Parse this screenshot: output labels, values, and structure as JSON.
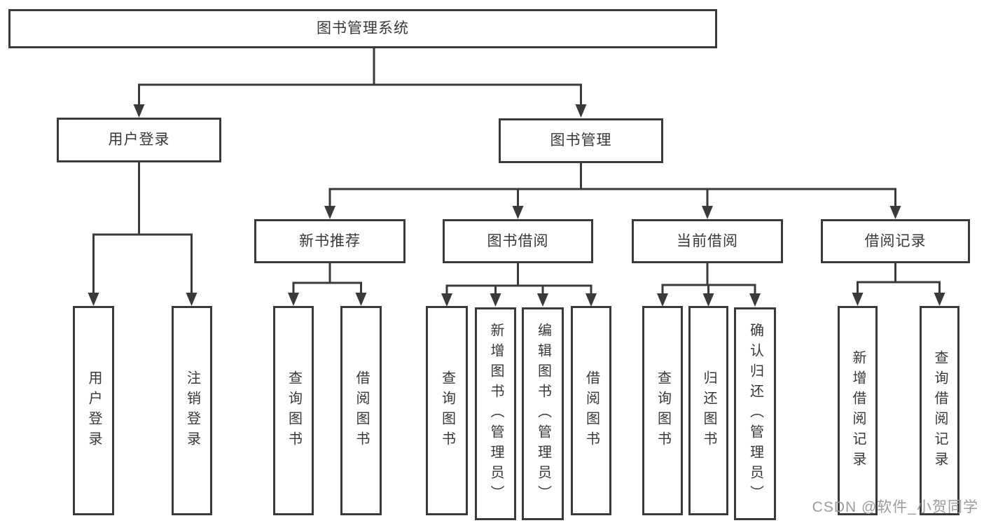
{
  "diagram": {
    "tree": {
      "root": {
        "label": "图书管理系统"
      },
      "branches": [
        {
          "label": "用户登录",
          "children": [
            {
              "label": "用户登录"
            },
            {
              "label": "注销登录"
            }
          ]
        },
        {
          "label": "图书管理",
          "children": [
            {
              "label": "新书推荐",
              "children": [
                {
                  "label": "查询图书"
                },
                {
                  "label": "借阅图书"
                }
              ]
            },
            {
              "label": "图书借阅",
              "children": [
                {
                  "label": "查询图书"
                },
                {
                  "label": "新增图书（管理员）"
                },
                {
                  "label": "编辑图书（管理员）"
                },
                {
                  "label": "借阅图书"
                }
              ]
            },
            {
              "label": "当前借阅",
              "children": [
                {
                  "label": "查询图书"
                },
                {
                  "label": "归还图书"
                },
                {
                  "label": "确认归还（管理员）"
                }
              ]
            },
            {
              "label": "借阅记录",
              "children": [
                {
                  "label": "新增借阅记录"
                },
                {
                  "label": "查询借阅记录"
                }
              ]
            }
          ]
        }
      ]
    }
  },
  "watermark": {
    "text": "CSDN @软件_小贺同学"
  },
  "colors": {
    "line": "#3a3a3a",
    "box_border": "#3a3a3a",
    "text": "#383838",
    "background": "#ffffff",
    "watermark": "#9c9c9c"
  }
}
